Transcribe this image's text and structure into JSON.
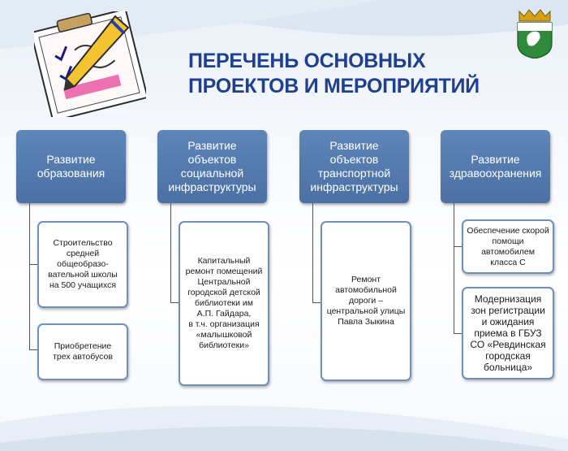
{
  "title": {
    "line1": "ПЕРЕЧЕНЬ ОСНОВНЫХ",
    "line2": "ПРОЕКТОВ И МЕРОПРИЯТИЙ"
  },
  "columns": [
    {
      "heading": "Развитие\nобразования",
      "items": [
        "Строительство\nсредней\nобщеобразо-\nвательной школы\nна 500 учащихся",
        "Приобретение\nтрех автобусов"
      ]
    },
    {
      "heading": "Развитие\nобъектов\nсоциальной\nинфраструктуры",
      "items": [
        "Капитальный\nремонт помещений\nЦентральной\nгородской детской\nбиблиотеки им\nА.П. Гайдара,\nв т.ч. организация\n«малышковой\nбиблиотеки»"
      ]
    },
    {
      "heading": "Развитие\nобъектов\nтранспортной\nинфраструктуры",
      "items": [
        "Ремонт\nавтомобильной\nдороги –\nцентральной улицы\nПавла Зыкина"
      ]
    },
    {
      "heading": "Развитие\nздравоохранения",
      "items": [
        "Обеспечение скорой\nпомощи\nавтомобилем\nкласса С",
        "Модернизация\nзон регистрации\nи ожидания\nприема в ГБУЗ\nСО «Ревдинская\nгородская\nбольница»"
      ]
    }
  ],
  "colors": {
    "title": "#1f3f8f",
    "heading_fill": "#4f77ab",
    "item_border": "#6f8fbd"
  },
  "icons": [
    "clipboard-pencil-clipart-icon",
    "city-coat-of-arms-icon"
  ]
}
